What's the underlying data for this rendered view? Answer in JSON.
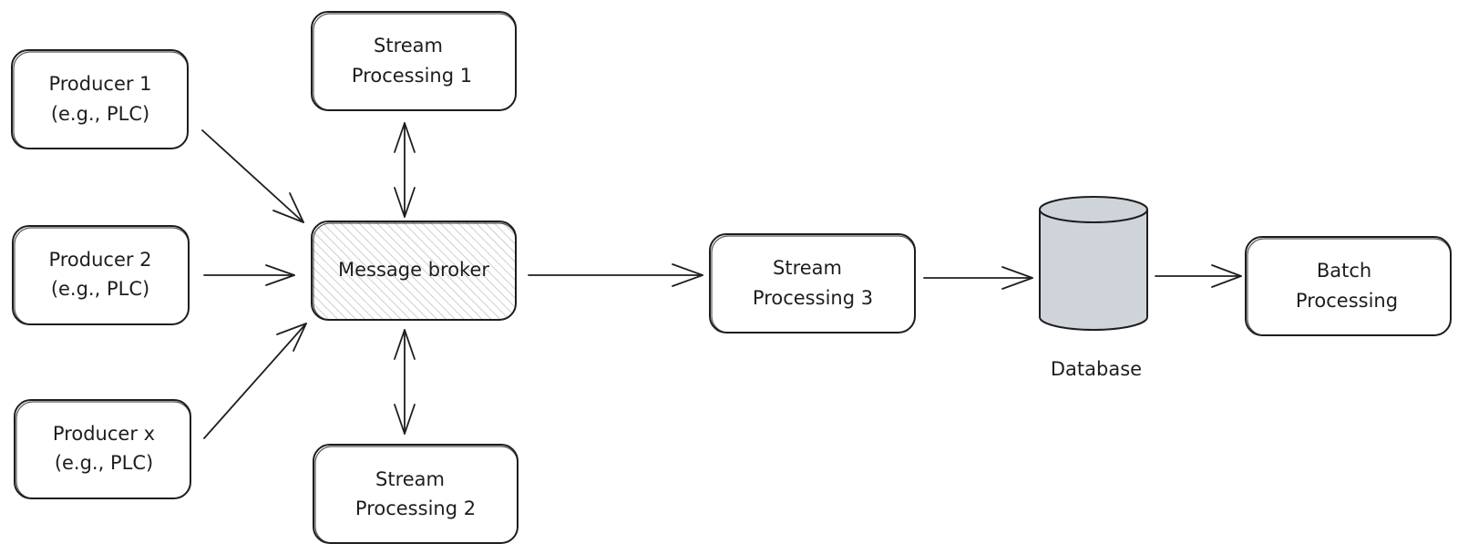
{
  "nodes": {
    "producer_1": [
      "Producer 1",
      "(e.g., PLC)"
    ],
    "producer_2": [
      "Producer 2",
      "(e.g., PLC)"
    ],
    "producer_x": [
      "Producer x",
      "(e.g., PLC)"
    ],
    "message_broker": [
      "Message broker"
    ],
    "stream_processing_1": [
      "Stream",
      "Processing 1"
    ],
    "stream_processing_2": [
      "Stream",
      "Processing 2"
    ],
    "stream_processing_3": [
      "Stream",
      "Processing 3"
    ],
    "database": [
      "Database"
    ],
    "batch_processing": [
      "Batch",
      "Processing"
    ]
  },
  "edges": [
    {
      "from": "producer_1",
      "to": "message_broker",
      "direction": "forward"
    },
    {
      "from": "producer_2",
      "to": "message_broker",
      "direction": "forward"
    },
    {
      "from": "producer_x",
      "to": "message_broker",
      "direction": "forward"
    },
    {
      "from": "message_broker",
      "to": "stream_processing_1",
      "direction": "both"
    },
    {
      "from": "message_broker",
      "to": "stream_processing_2",
      "direction": "both"
    },
    {
      "from": "message_broker",
      "to": "stream_processing_3",
      "direction": "forward"
    },
    {
      "from": "stream_processing_3",
      "to": "database",
      "direction": "forward"
    },
    {
      "from": "database",
      "to": "batch_processing",
      "direction": "forward"
    }
  ],
  "colors": {
    "stroke": "#1e1e1e",
    "database_fill": "#ced4da",
    "broker_hatch": "#b5b5b5"
  }
}
